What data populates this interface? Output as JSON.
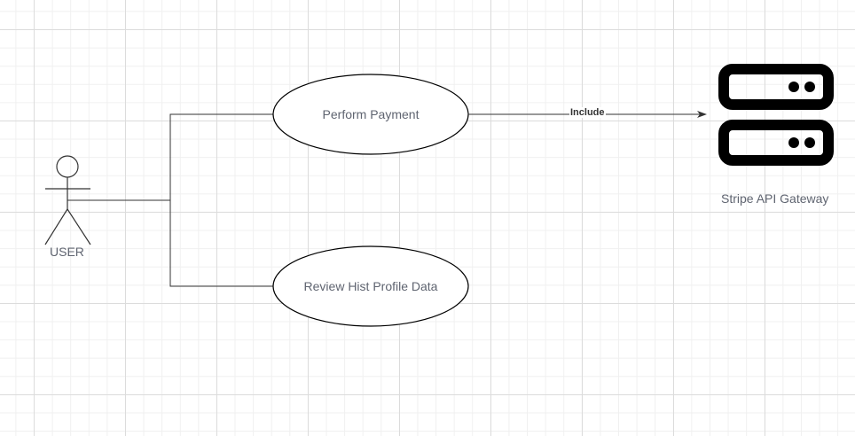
{
  "actor": {
    "label": "USER",
    "icon": "stick-figure-actor-icon"
  },
  "use_cases": [
    {
      "label": "Perform Payment"
    },
    {
      "label": "Review Hist Profile Data"
    }
  ],
  "external_system": {
    "label": "Stripe API Gateway",
    "icon": "server-stack-icon"
  },
  "relationship": {
    "label": "Include"
  },
  "colors": {
    "line": "#333333",
    "text": "#5f6470",
    "grid": "#dcdcdc",
    "server": "#000000"
  }
}
